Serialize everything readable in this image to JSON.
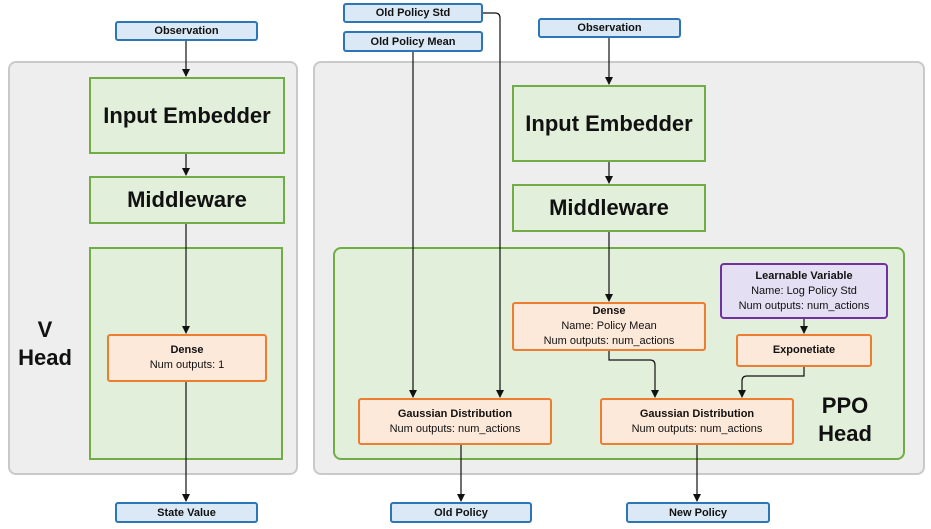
{
  "v_head": {
    "label_line1": "V",
    "label_line2": "Head",
    "observation": "Observation",
    "input_embedder": "Input Embedder",
    "middleware": "Middleware",
    "dense": {
      "title": "Dense",
      "outputs": "Num outputs: 1"
    },
    "output": "State Value"
  },
  "ppo_head": {
    "label_line1": "PPO",
    "label_line2": "Head",
    "observation": "Observation",
    "old_policy_std": "Old Policy Std",
    "old_policy_mean": "Old Policy Mean",
    "input_embedder": "Input Embedder",
    "middleware": "Middleware",
    "dense": {
      "title": "Dense",
      "name": "Name: Policy Mean",
      "outputs": "Num outputs: num_actions"
    },
    "learnable_variable": {
      "title": "Learnable Variable",
      "name": "Name: Log Policy Std",
      "outputs": "Num outputs: num_actions"
    },
    "exponentiate": "Exponetiate",
    "gaussian_old": {
      "title": "Gaussian Distribution",
      "outputs": "Num outputs: num_actions"
    },
    "gaussian_new": {
      "title": "Gaussian Distribution",
      "outputs": "Num outputs: num_actions"
    },
    "old_policy_output": "Old Policy",
    "new_policy_output": "New Policy"
  },
  "colors": {
    "panel_fill": "#eeeeee",
    "green_fill": "#e2efda",
    "green_border": "#70ad47",
    "orange_fill": "#fde9d9",
    "orange_border": "#ed7d31",
    "purple_fill": "#e4dff2",
    "purple_border": "#7030a0",
    "io_fill": "#dbe9f6",
    "io_border": "#2e75b6"
  }
}
